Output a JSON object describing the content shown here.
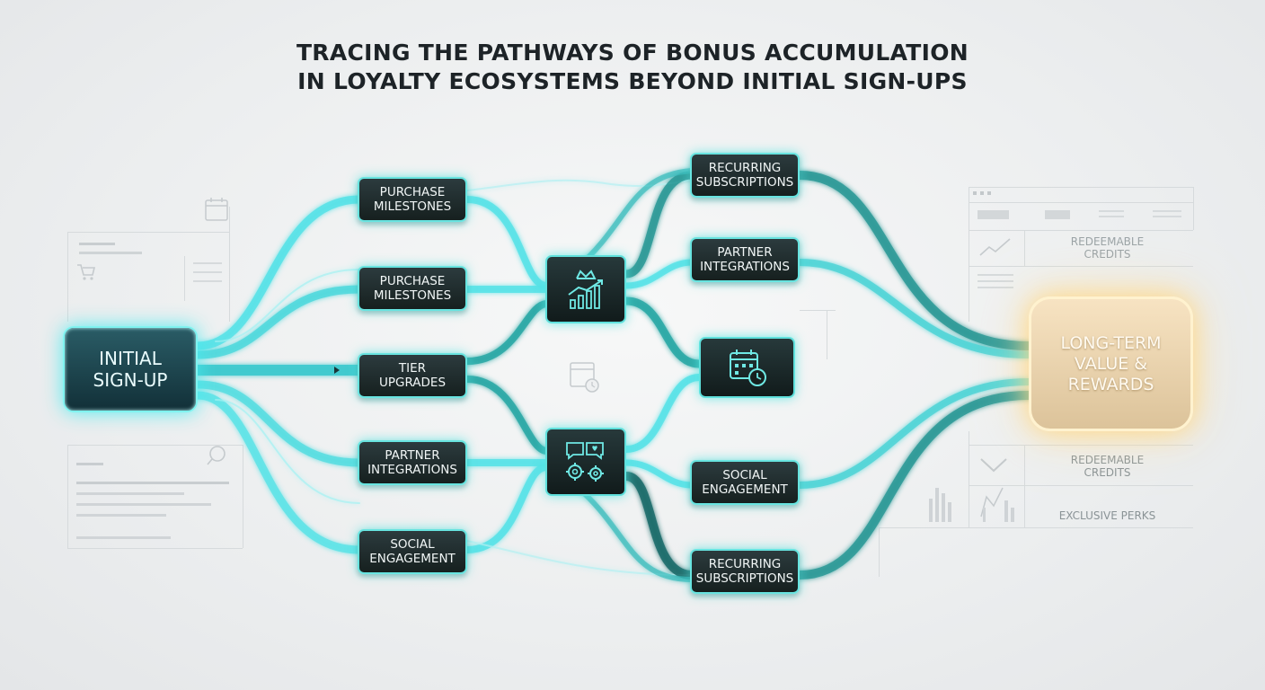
{
  "title": {
    "line1": "TRACING THE PATHWAYS OF BONUS ACCUMULATION",
    "line2": "IN LOYALTY ECOSYSTEMS BEYOND INITIAL SIGN-UPS"
  },
  "start_node": {
    "line1": "INITIAL",
    "line2": "SIGN-UP"
  },
  "left_nodes": [
    {
      "line1": "PURCHASE",
      "line2": "MILESTONES"
    },
    {
      "line1": "PURCHASE",
      "line2": "MILESTONES"
    },
    {
      "line1": "TIER",
      "line2": "UPGRADES"
    },
    {
      "line1": "PARTNER",
      "line2": "INTEGRATIONS"
    },
    {
      "line1": "SOCIAL",
      "line2": "ENGAGEMENT"
    }
  ],
  "right_nodes": [
    {
      "line1": "RECURRING",
      "line2": "SUBSCRIPTIONS"
    },
    {
      "line1": "PARTNER",
      "line2": "INTEGRATIONS"
    },
    {
      "line1": "SOCIAL",
      "line2": "ENGAGEMENT"
    },
    {
      "line1": "RECURRING",
      "line2": "SUBSCRIPTIONS"
    }
  ],
  "hubs": [
    {
      "icon": "crown-growth-chart-icon"
    },
    {
      "icon": "chat-gears-icon"
    },
    {
      "icon": "calendar-clock-icon"
    }
  ],
  "end_node": {
    "line1": "LONG-TERM",
    "line2": "VALUE &",
    "line3": "REWARDS"
  },
  "side_labels": {
    "credits_top_1": "REDEEMABLE",
    "credits_top_2": "CREDITS",
    "credits_bottom_1": "REDEEMABLE",
    "credits_bottom_2": "CREDITS",
    "perks": "EXCLUSIVE PERKS"
  },
  "colors": {
    "flow_cyan": "#5ee6e8",
    "flow_teal": "#2aa39e",
    "flow_dark": "#1f6d6b",
    "end_gold": "#f2cf92"
  }
}
